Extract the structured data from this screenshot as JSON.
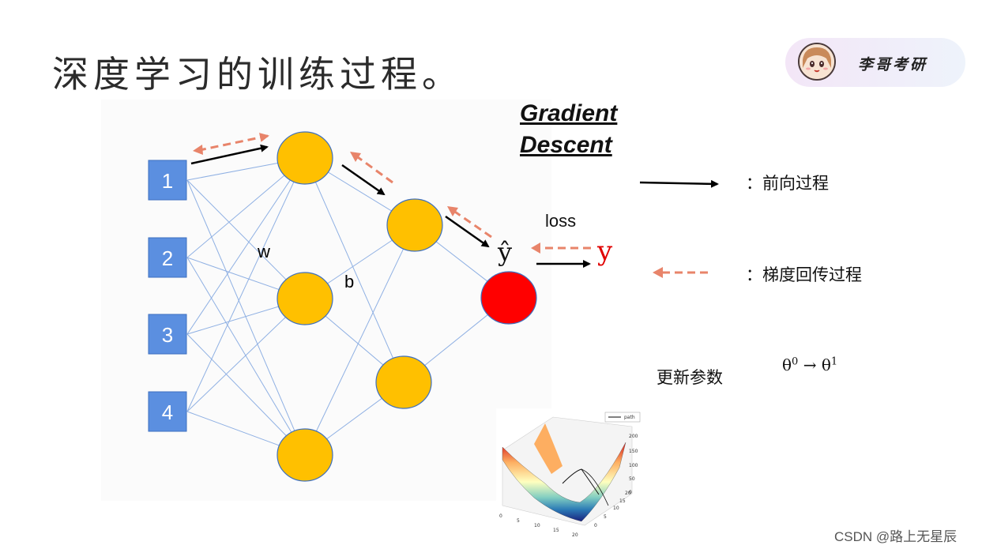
{
  "slide_title": "深度学习的训练过程。",
  "brand": {
    "name": "李哥考研",
    "avatar_icon": "anime-avatar-icon"
  },
  "gradient_descent": {
    "line1": "Gradient",
    "line2": "Descent"
  },
  "network": {
    "inputs": [
      "1",
      "2",
      "3",
      "4"
    ],
    "weight_label": "w",
    "bias_label": "b",
    "loss_label": "loss",
    "prediction_label": "ŷ",
    "target_label": "y",
    "colors": {
      "input": "#5b8fe0",
      "hidden": "#ffc000",
      "output": "#ff0000",
      "forward": "#000000",
      "backward": "#e8846a",
      "edge": "#8fb0e3"
    }
  },
  "legend": {
    "forward_label": "：前向过程",
    "backward_label": "：梯度回传过程"
  },
  "update": {
    "label": "更新参数",
    "theta_from": "θ",
    "theta_from_sup": "0",
    "arrow": "→",
    "theta_to": "θ",
    "theta_to_sup": "1"
  },
  "surface_plot": {
    "legend_label": "path",
    "z_ticks": [
      "200",
      "150",
      "100",
      "50",
      "0"
    ],
    "x_ticks": [
      "0",
      "5",
      "10",
      "15",
      "20"
    ],
    "y_ticks": [
      "0",
      "5",
      "10",
      "15",
      "20"
    ]
  },
  "watermark": "CSDN @路上无星辰"
}
